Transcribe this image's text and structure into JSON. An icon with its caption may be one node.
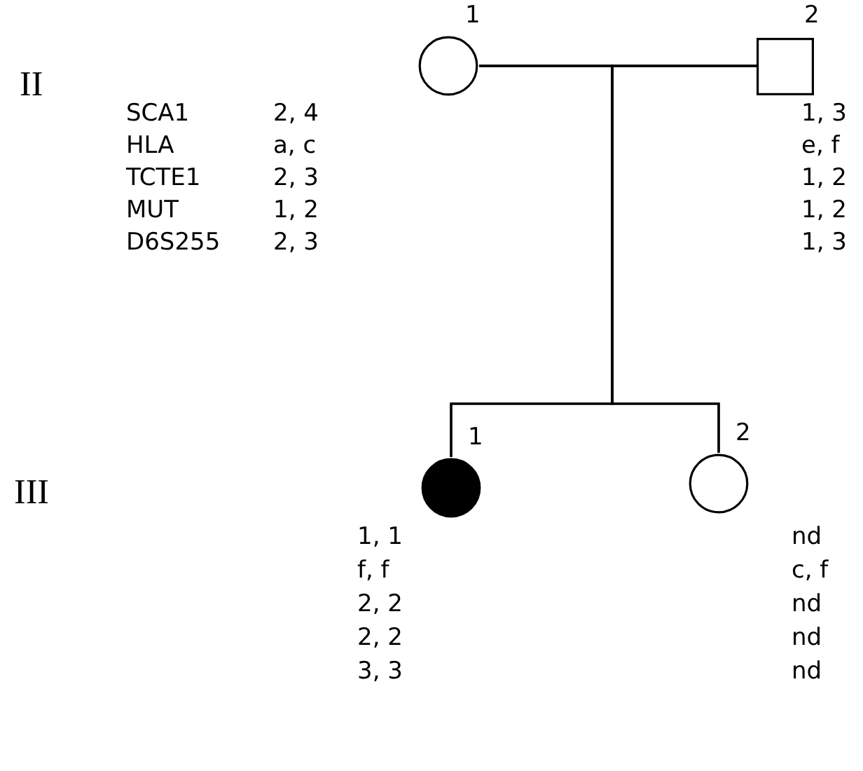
{
  "diagram": {
    "nodes": [
      {
        "text": [],
        "shape": "circle",
        "beside": [
          "1"
        ]
      },
      {
        "text": [],
        "shape": "box",
        "beside": [
          "2"
        ]
      },
      {
        "text": [],
        "shape": "disc",
        "beside": [
          "1"
        ]
      },
      {
        "text": [],
        "shape": "circle",
        "beside": [
          "2"
        ]
      }
    ],
    "edges": [
      {
        "from": 0,
        "to": 1,
        "arrow": "none"
      },
      {
        "from": 0,
        "to": 2,
        "arrow": "none"
      },
      {
        "from": 0,
        "to": 3,
        "arrow": "none"
      },
      {
        "from": 1,
        "to": 2,
        "arrow": "none"
      },
      {
        "from": 1,
        "to": 3,
        "arrow": "none"
      }
    ],
    "labels": [
      "II",
      "SCA1",
      "2, 4",
      "1, 3",
      "HLA",
      "a, c",
      "e, f",
      "TCTE1",
      "2, 3",
      "1, 2",
      "MUT",
      "1, 2",
      "1, 2",
      "D6S255",
      "2, 3",
      "1, 3",
      "III",
      "1, 1",
      "nd",
      "f, f",
      "c, f",
      "2, 2",
      "nd",
      "2, 2",
      "nd",
      "3, 3",
      "nd"
    ]
  }
}
